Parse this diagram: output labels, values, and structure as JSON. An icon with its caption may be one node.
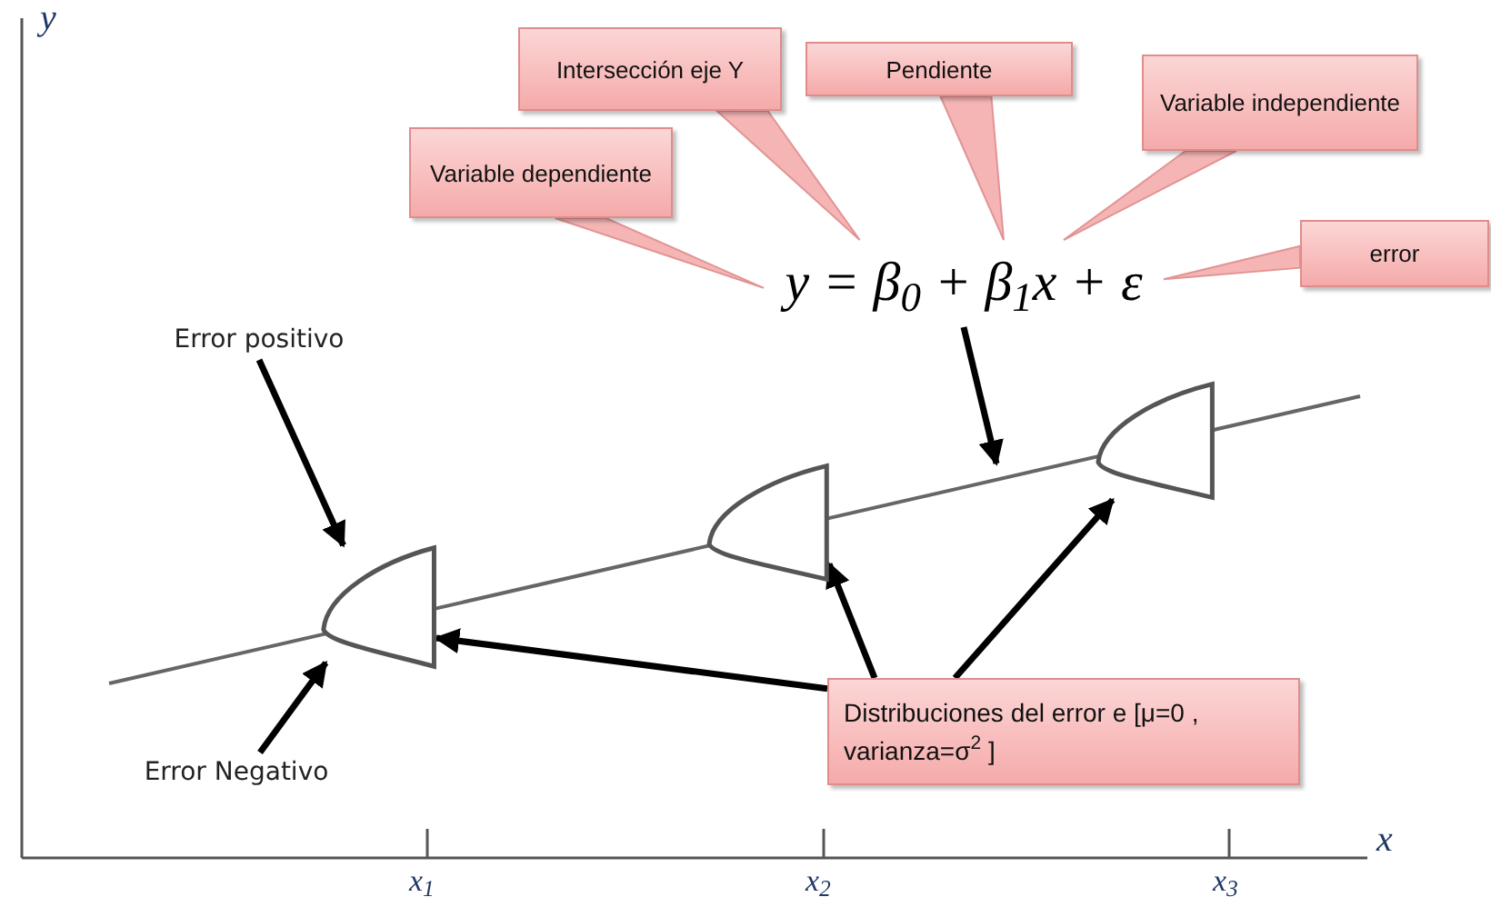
{
  "diagram": {
    "nodes": [
      {
        "text": [
          "Intersección eje Y"
        ]
      },
      {
        "text": [
          "Pendiente"
        ]
      },
      {
        "text": [
          "Variable dependiente"
        ]
      },
      {
        "text": [
          "Variable independiente"
        ]
      },
      {
        "text": [
          "error"
        ]
      },
      {
        "text": [
          "y = β$_{0}$ + β$_{1}$x + ε"
        ]
      },
      {
        "text": [
          "Error positivo"
        ]
      },
      {
        "text": [
          "Error Negativo"
        ]
      },
      {
        "text": [
          "Distribuciones del error  e [μ=0 , varianza=σ$^{2}$ ]"
        ]
      },
      {
        "text": [],
        "shape": "picture"
      },
      {
        "text": [],
        "shape": "picture"
      },
      {
        "text": [],
        "shape": "picture"
      }
    ],
    "edges": [
      {
        "from": 2,
        "to": 5,
        "arrow": "none",
        "color": "#f5b5b5"
      },
      {
        "from": 0,
        "to": 5,
        "arrow": "none",
        "color": "#f5b5b5"
      },
      {
        "from": 1,
        "to": 5,
        "arrow": "none",
        "color": "#f5b5b5"
      },
      {
        "from": 3,
        "to": 5,
        "arrow": "none",
        "color": "#f5b5b5"
      },
      {
        "from": 4,
        "to": 5,
        "arrow": "none",
        "color": "#f5b5b5"
      },
      {
        "from": 5,
        "to": null,
        "arrow": "to"
      },
      {
        "from": 6,
        "to": 9,
        "arrow": "to"
      },
      {
        "from": 7,
        "to": 9,
        "arrow": "to"
      },
      {
        "from": 8,
        "to": 9,
        "arrow": "to"
      },
      {
        "from": 8,
        "to": 10,
        "arrow": "to"
      },
      {
        "from": 8,
        "to": 11,
        "arrow": "to"
      }
    ],
    "labels": [
      "y",
      "x",
      "x$_{1}$",
      "x$_{2}$",
      "x$_{3}$"
    ]
  }
}
